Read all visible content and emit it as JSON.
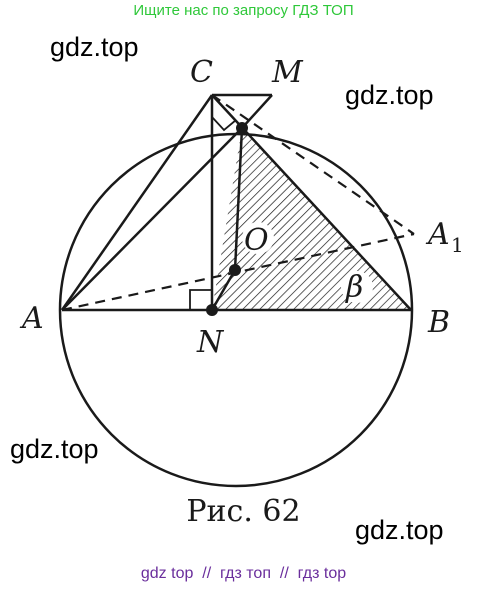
{
  "banner": "Ищите нас по запросу ГДЗ ТОП",
  "watermarks": [
    "gdz.top",
    "gdz.top",
    "gdz.top",
    "gdz.top"
  ],
  "caption": "Рис. 62",
  "footer": "gdz top  //  гдз топ  //  гдз top",
  "labels": {
    "C": "C",
    "M": "M",
    "A1": "A",
    "A1_sub": "1",
    "O": "O",
    "beta": "β",
    "A": "A",
    "N": "N",
    "B": "B"
  }
}
